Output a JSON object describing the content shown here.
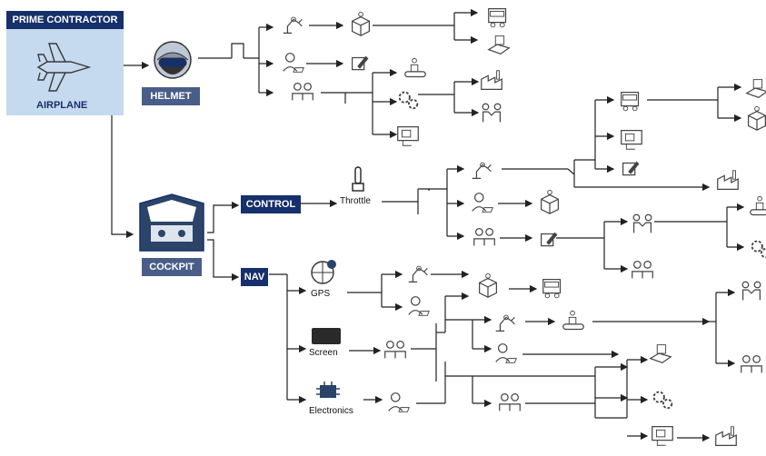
{
  "nodes": {
    "prime_contractor": "PRIME CONTRACTOR",
    "airplane": "AIRPLANE",
    "helmet": "HELMET",
    "cockpit": "COCKPIT",
    "control": "CONTROL",
    "nav": "NAV",
    "throttle": "Throttle",
    "gps": "GPS",
    "screen": "Screen",
    "electronics": "Electronics"
  },
  "colors": {
    "dark_navy": "#16306b",
    "muted_navy": "#4a5d89",
    "light_blue": "#c5d9ef",
    "icon_gray": "#555555"
  },
  "icons": [
    "airplane-icon",
    "helmet-icon",
    "cockpit-icon",
    "throttle-icon",
    "gps-globe-icon",
    "screen-icon",
    "electronics-chip-icon",
    "robot-arm-icon",
    "box-icon",
    "truck-icon",
    "package-icon",
    "engineer-laptop-icon",
    "edit-icon",
    "team-icon",
    "conveyor-icon",
    "gears-icon",
    "video-monitor-icon",
    "factory-icon",
    "handshake-icon"
  ]
}
